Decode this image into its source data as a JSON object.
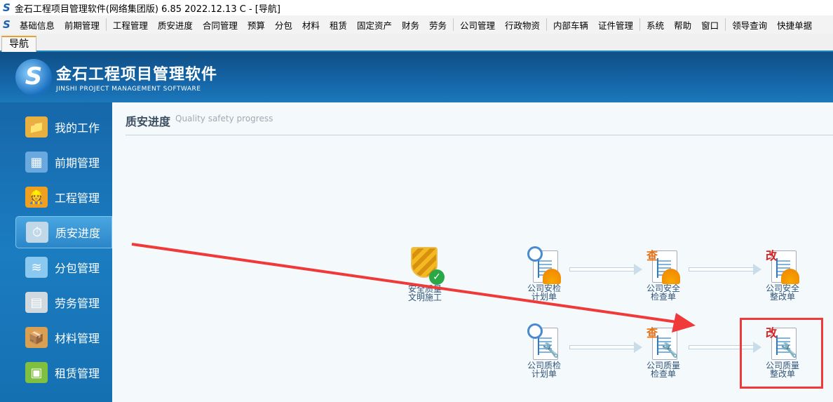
{
  "window": {
    "title": "金石工程项目管理软件(网络集团版) 6.85  2022.12.13 C - [导航]"
  },
  "menu": [
    "基础信息",
    "前期管理",
    "|",
    "工程管理",
    "质安进度",
    "合同管理",
    "预算",
    "分包",
    "材料",
    "租赁",
    "固定资产",
    "财务",
    "劳务",
    "|",
    "公司管理",
    "行政物资",
    "|",
    "内部车辆",
    "证件管理",
    "|",
    "系统",
    "帮助",
    "窗口",
    "|",
    "领导查询",
    "快捷单据"
  ],
  "tab": "导航",
  "brand": {
    "cn": "金石工程项目管理软件",
    "en": "JINSHI PROJECT MANAGEMENT SOFTWARE"
  },
  "sidebar": [
    {
      "label": "我的工作",
      "icon": "folder-person-icon",
      "active": false
    },
    {
      "label": "前期管理",
      "icon": "blocks-icon",
      "active": false
    },
    {
      "label": "工程管理",
      "icon": "worker-icon",
      "active": false
    },
    {
      "label": "质安进度",
      "icon": "clock-progress-icon",
      "active": true
    },
    {
      "label": "分包管理",
      "icon": "layers-icon",
      "active": false
    },
    {
      "label": "劳务管理",
      "icon": "documents-helmet-icon",
      "active": false
    },
    {
      "label": "材料管理",
      "icon": "box-icon",
      "active": false
    },
    {
      "label": "租赁管理",
      "icon": "cubes-icon",
      "active": false
    }
  ],
  "content": {
    "title": "质安进度",
    "subtitle": "Quality safety progress"
  },
  "nodes": {
    "safety_civil": [
      "安全质量",
      "文明施工"
    ],
    "safety_plan": [
      "公司安检",
      "计划单"
    ],
    "safety_check": [
      "公司安全",
      "检查单"
    ],
    "safety_fix": [
      "公司安全",
      "整改单"
    ],
    "quality_plan": [
      "公司质检",
      "计划单"
    ],
    "quality_check": [
      "公司质量",
      "检查单"
    ],
    "quality_fix": [
      "公司质量",
      "整改单"
    ]
  },
  "badges": {
    "check": "查",
    "fix": "改"
  },
  "colors": {
    "annotation": "#f03a3a",
    "accent": "#1a86c0"
  }
}
